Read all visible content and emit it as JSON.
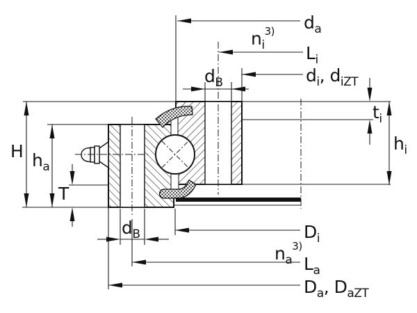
{
  "figure": {
    "kind": "technical-drawing",
    "subject": "slewing-bearing-cross-section",
    "colors": {
      "line": "#1a1a1a",
      "outline": "#111111",
      "background": "#ffffff",
      "seal_fill": "dotted-black",
      "gear_band": "#111111"
    }
  },
  "labels": {
    "da": {
      "base": "d",
      "sub": "a"
    },
    "ni": {
      "base": "n",
      "sub": "i",
      "sup": "3)"
    },
    "Li": {
      "base": "L",
      "sub": "i"
    },
    "dB_top": {
      "base": "d",
      "sub": "B"
    },
    "di": {
      "base": "d",
      "sub": "i",
      "sep": ", ",
      "base2": "d",
      "sub2": "iZT"
    },
    "ti": {
      "base": "t",
      "sub": "i"
    },
    "hi": {
      "base": "h",
      "sub": "i"
    },
    "H": {
      "base": "H"
    },
    "ha": {
      "base": "h",
      "sub": "a"
    },
    "T": {
      "base": "T"
    },
    "dB_bottom": {
      "base": "d",
      "sub": "B"
    },
    "Di": {
      "base": "D",
      "sub": "i"
    },
    "na": {
      "base": "n",
      "sub": "a",
      "sup": "3)"
    },
    "La": {
      "base": "L",
      "sub": "a"
    },
    "Da": {
      "base": "D",
      "sub": "a",
      "sep": ", ",
      "base2": "D",
      "sub2": "aZT"
    }
  }
}
